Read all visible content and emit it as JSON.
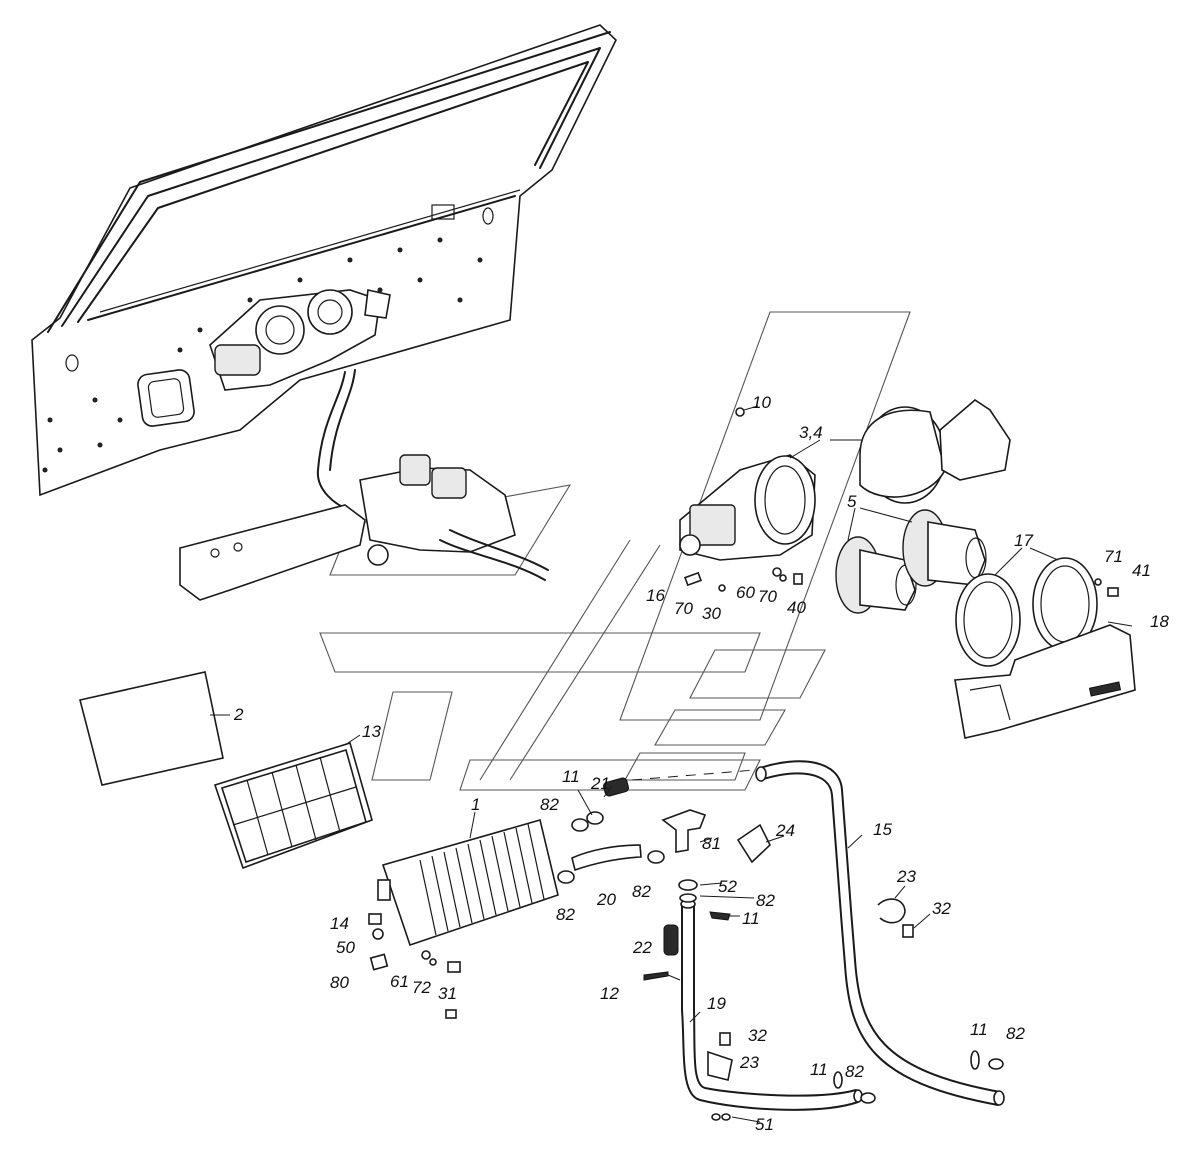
{
  "diagram": {
    "part_labels": [
      {
        "id": "l2",
        "text": "2"
      },
      {
        "id": "l10",
        "text": "10"
      },
      {
        "id": "l34",
        "text": "3,4"
      },
      {
        "id": "l5",
        "text": "5"
      },
      {
        "id": "l17",
        "text": "17"
      },
      {
        "id": "l71",
        "text": "71"
      },
      {
        "id": "l41",
        "text": "41"
      },
      {
        "id": "l18",
        "text": "18"
      },
      {
        "id": "l16",
        "text": "16"
      },
      {
        "id": "l70a",
        "text": "70"
      },
      {
        "id": "l30",
        "text": "30"
      },
      {
        "id": "l60",
        "text": "60"
      },
      {
        "id": "l70b",
        "text": "70"
      },
      {
        "id": "l40",
        "text": "40"
      },
      {
        "id": "l13",
        "text": "13"
      },
      {
        "id": "l11a",
        "text": "11"
      },
      {
        "id": "l21",
        "text": "21"
      },
      {
        "id": "l82a",
        "text": "82"
      },
      {
        "id": "l1",
        "text": "1"
      },
      {
        "id": "l81",
        "text": "81"
      },
      {
        "id": "l24",
        "text": "24"
      },
      {
        "id": "l15",
        "text": "15"
      },
      {
        "id": "l82b",
        "text": "82"
      },
      {
        "id": "l20",
        "text": "20"
      },
      {
        "id": "l82c",
        "text": "82"
      },
      {
        "id": "l52",
        "text": "52"
      },
      {
        "id": "l82d",
        "text": "82"
      },
      {
        "id": "l23a",
        "text": "23"
      },
      {
        "id": "l32a",
        "text": "32"
      },
      {
        "id": "l14",
        "text": "14"
      },
      {
        "id": "l11b",
        "text": "11"
      },
      {
        "id": "l50",
        "text": "50"
      },
      {
        "id": "l22",
        "text": "22"
      },
      {
        "id": "l80",
        "text": "80"
      },
      {
        "id": "l61",
        "text": "61"
      },
      {
        "id": "l72",
        "text": "72"
      },
      {
        "id": "l31",
        "text": "31"
      },
      {
        "id": "l12",
        "text": "12"
      },
      {
        "id": "l19",
        "text": "19"
      },
      {
        "id": "l32b",
        "text": "32"
      },
      {
        "id": "l23b",
        "text": "23"
      },
      {
        "id": "l11c",
        "text": "11"
      },
      {
        "id": "l82e",
        "text": "82"
      },
      {
        "id": "l11d",
        "text": "11"
      },
      {
        "id": "l82f",
        "text": "82"
      },
      {
        "id": "l51",
        "text": "51"
      }
    ]
  }
}
